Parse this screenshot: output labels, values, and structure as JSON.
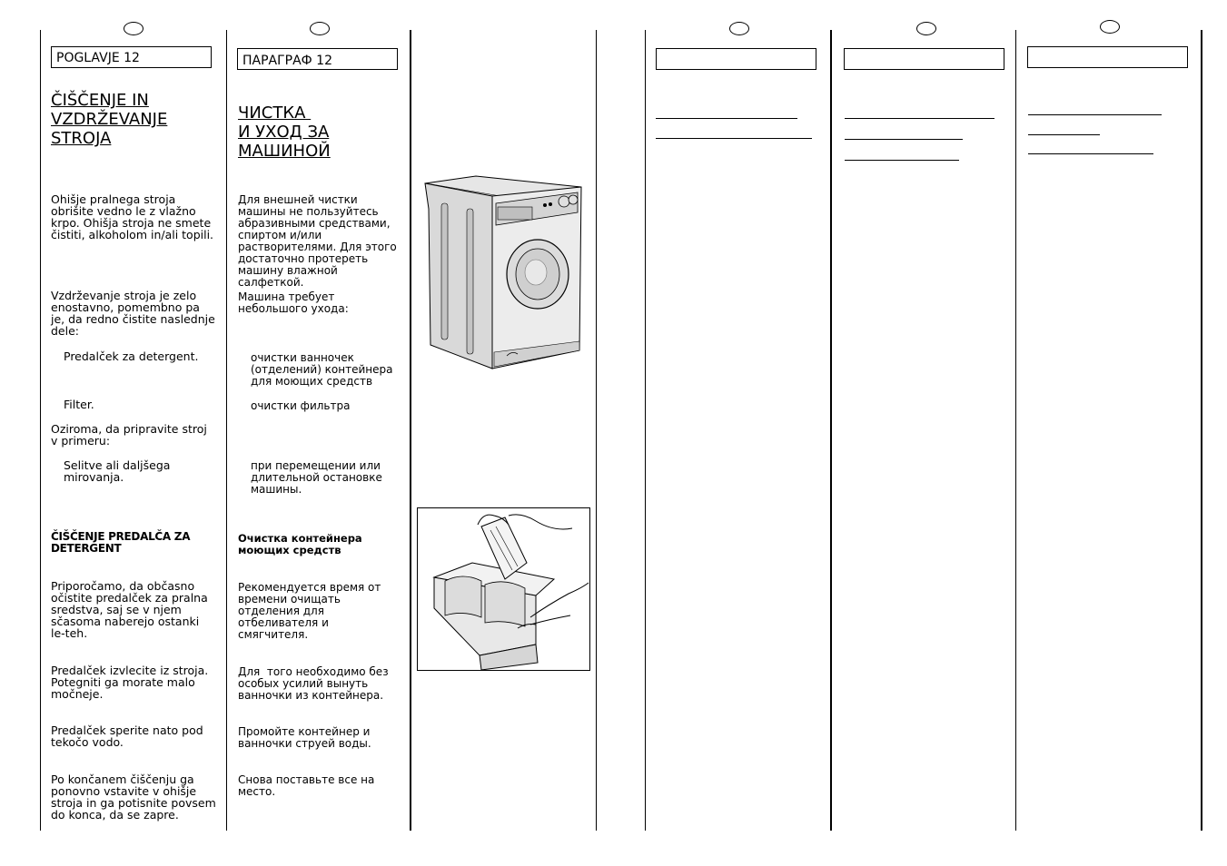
{
  "col_sl": {
    "chapter": "POGLAVJE 12",
    "title": [
      "ČIŠČENJE IN",
      "VZDRŽEVANJE",
      "STROJA"
    ],
    "p1": "Ohišje pralnega stroja obrišite vedno le z vlažno krpo. Ohišja stroja ne smete čistiti, alkoholom in/ali topili.",
    "p2": "Vzdrževanje stroja je zelo enostavno, pomembno pa je, da redno čistite naslednje dele:",
    "item1": "Predalček za detergent.",
    "item2": "Filter.",
    "p3": "Oziroma, da pripravite stroj v primeru:",
    "item3": "Selitve ali daljšega mirovanja.",
    "subhead": "ČIŠČENJE PREDALČA ZA DETERGENT",
    "p4": "Priporočamo, da občasno očistite predalček za pralna sredstva, saj se v njem sčasoma naberejo ostanki le-teh.",
    "p5": "Predalček izvlecite iz stroja. Potegniti ga morate malo močneje.",
    "p6": "Predalček sperite nato pod tekočo vodo.",
    "p7": "Po končanem čiščenju ga ponovno vstavite v ohišje stroja in ga potisnite povsem do konca, da se zapre."
  },
  "col_ru": {
    "chapter": "ПАРАГРАФ 12",
    "title": [
      "ЧИСТКА ",
      "И УХОД ЗА",
      "МАШИНОЙ"
    ],
    "p1": "Для внешней чистки машины не пользуйтесь абразивными средствами, спиртом и/или растворителями. Для этого достаточно протереть машину влажной салфеткой.",
    "p2": "Машина требует небольшого ухода:",
    "item1": "очистки ванночек (отделений) контейнера для моющих средств",
    "item2": "очистки фильтра",
    "item3": "при перемещении или длительной остановке машины.",
    "subhead": "Очистка контейнера моющих средств",
    "p4": "Рекомендуется время от времени очищать отделения для отбеливателя и смягчителя.",
    "p5": "Для  того необходимо без особых усилий вынуть ванночки из контейнера.",
    "p6": "Промойте контейнер и ванночки струей воды.",
    "p7": "Снова поставьте все на место."
  }
}
